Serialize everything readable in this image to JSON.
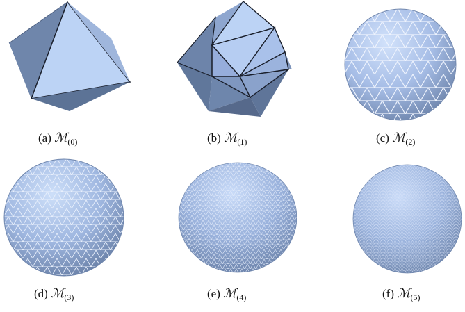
{
  "figure": {
    "panels": [
      {
        "id": "a",
        "letter": "(a)",
        "symbol": "ℳ",
        "index": "(0)"
      },
      {
        "id": "b",
        "letter": "(b)",
        "symbol": "ℳ",
        "index": "(1)"
      },
      {
        "id": "c",
        "letter": "(c)",
        "symbol": "ℳ",
        "index": "(2)"
      },
      {
        "id": "d",
        "letter": "(d)",
        "symbol": "ℳ",
        "index": "(3)"
      },
      {
        "id": "e",
        "letter": "(e)",
        "symbol": "ℳ",
        "index": "(4)"
      },
      {
        "id": "f",
        "letter": "(f)",
        "symbol": "ℳ",
        "index": "(5)"
      }
    ]
  },
  "colors": {
    "face_light": "#bcd3f5",
    "face_mid": "#8fa9d4",
    "face_dark": "#5f7599",
    "edge": "#1a1f2b",
    "mesh_line": "#e6eefc"
  }
}
